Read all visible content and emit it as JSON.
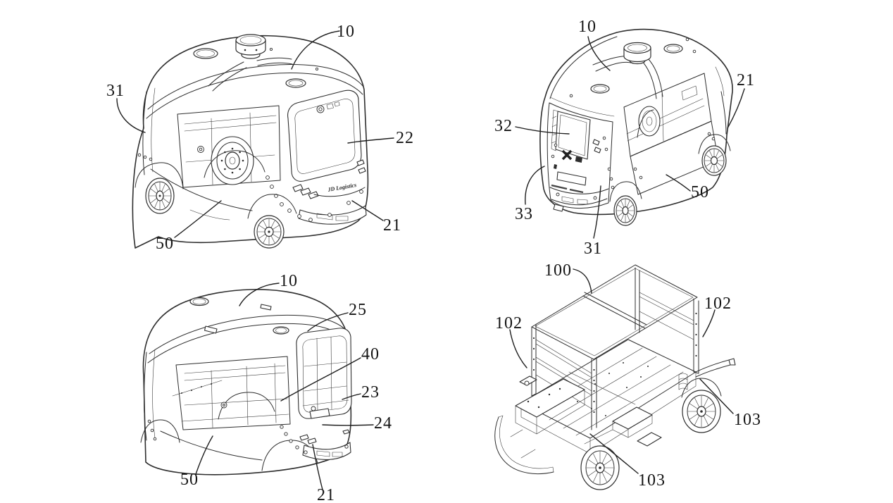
{
  "document": {
    "type": "patent-line-drawing",
    "subject": "Unmanned delivery vehicle — four perspective views",
    "background_color": "#ffffff",
    "line_color": "#2e2e2e",
    "label_color": "#141414"
  },
  "figures": [
    {
      "name": "front-perspective",
      "description": "Front three-quarter view of delivery van with roof lidar, windshield and open cargo side",
      "brand_text": "JD Logistics",
      "labels": [
        {
          "ref": "10"
        },
        {
          "ref": "31"
        },
        {
          "ref": "22"
        },
        {
          "ref": "21"
        },
        {
          "ref": "50"
        }
      ]
    },
    {
      "name": "rear-perspective",
      "description": "Rear three-quarter view with rear display screen and tail panel",
      "labels": [
        {
          "ref": "10"
        },
        {
          "ref": "21"
        },
        {
          "ref": "32"
        },
        {
          "ref": "33"
        },
        {
          "ref": "31"
        },
        {
          "ref": "50"
        }
      ]
    },
    {
      "name": "body-shell",
      "description": "Body shell without wheels showing inner frame through openings",
      "labels": [
        {
          "ref": "10"
        },
        {
          "ref": "25"
        },
        {
          "ref": "40"
        },
        {
          "ref": "23"
        },
        {
          "ref": "24"
        },
        {
          "ref": "50"
        },
        {
          "ref": "21"
        }
      ]
    },
    {
      "name": "chassis-frame",
      "description": "Rolling chassis with open cargo cage frame, pillars and wheels",
      "labels": [
        {
          "ref": "100"
        },
        {
          "ref": "102"
        },
        {
          "ref": "102"
        },
        {
          "ref": "103"
        },
        {
          "ref": "103"
        }
      ]
    }
  ]
}
